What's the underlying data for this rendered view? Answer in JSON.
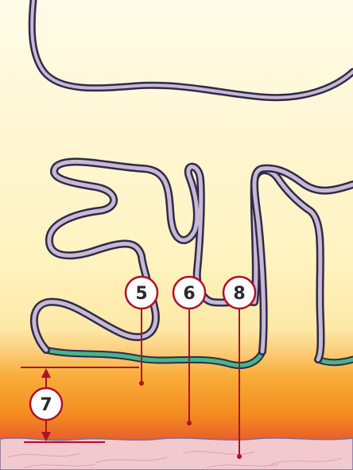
{
  "labels": {
    "five": "5",
    "six": "6",
    "seven": "7",
    "eight": "8"
  },
  "colors": {
    "background_top": "#fffbe6",
    "band_orange": "#f6a01e",
    "band_red": "#e5402c",
    "skin_pink": "#f2c9cf",
    "callout_red": "#b0102a",
    "membrane_green": "#47b48c",
    "tube_fill": "#c9b8d4",
    "outline": "#2e2a4a"
  }
}
